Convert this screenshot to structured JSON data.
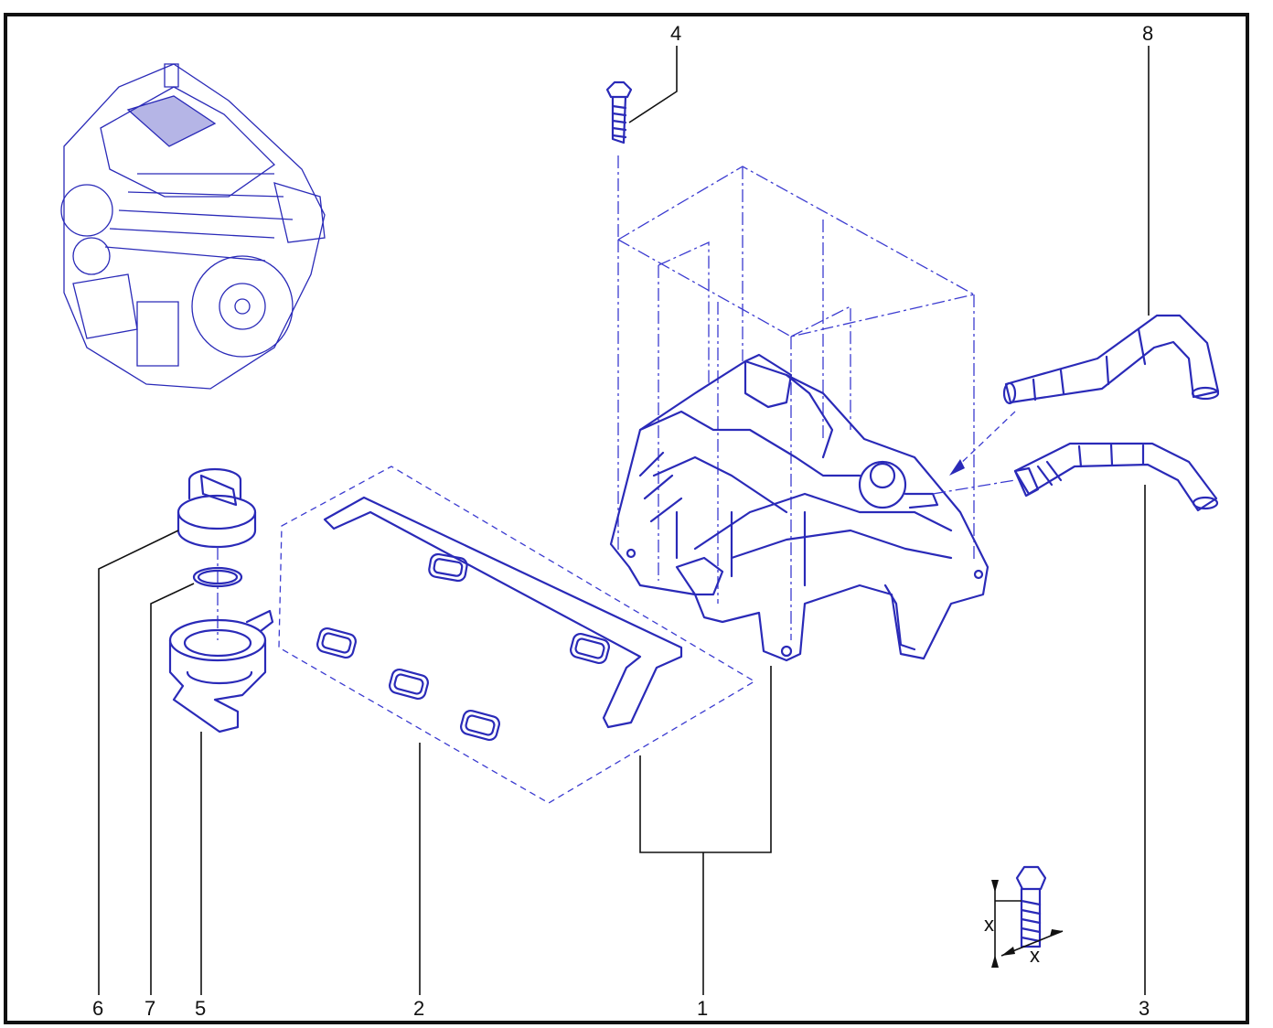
{
  "callouts": {
    "c1": "1",
    "c2": "2",
    "c3": "3",
    "c4": "4",
    "c5": "5",
    "c6": "6",
    "c7": "7",
    "c8": "8"
  },
  "torque_detail": {
    "label_height": "x",
    "label_width": "x"
  },
  "colors": {
    "frame": "#111111",
    "parts": "#2a2ab8",
    "leaders": "#111111"
  }
}
